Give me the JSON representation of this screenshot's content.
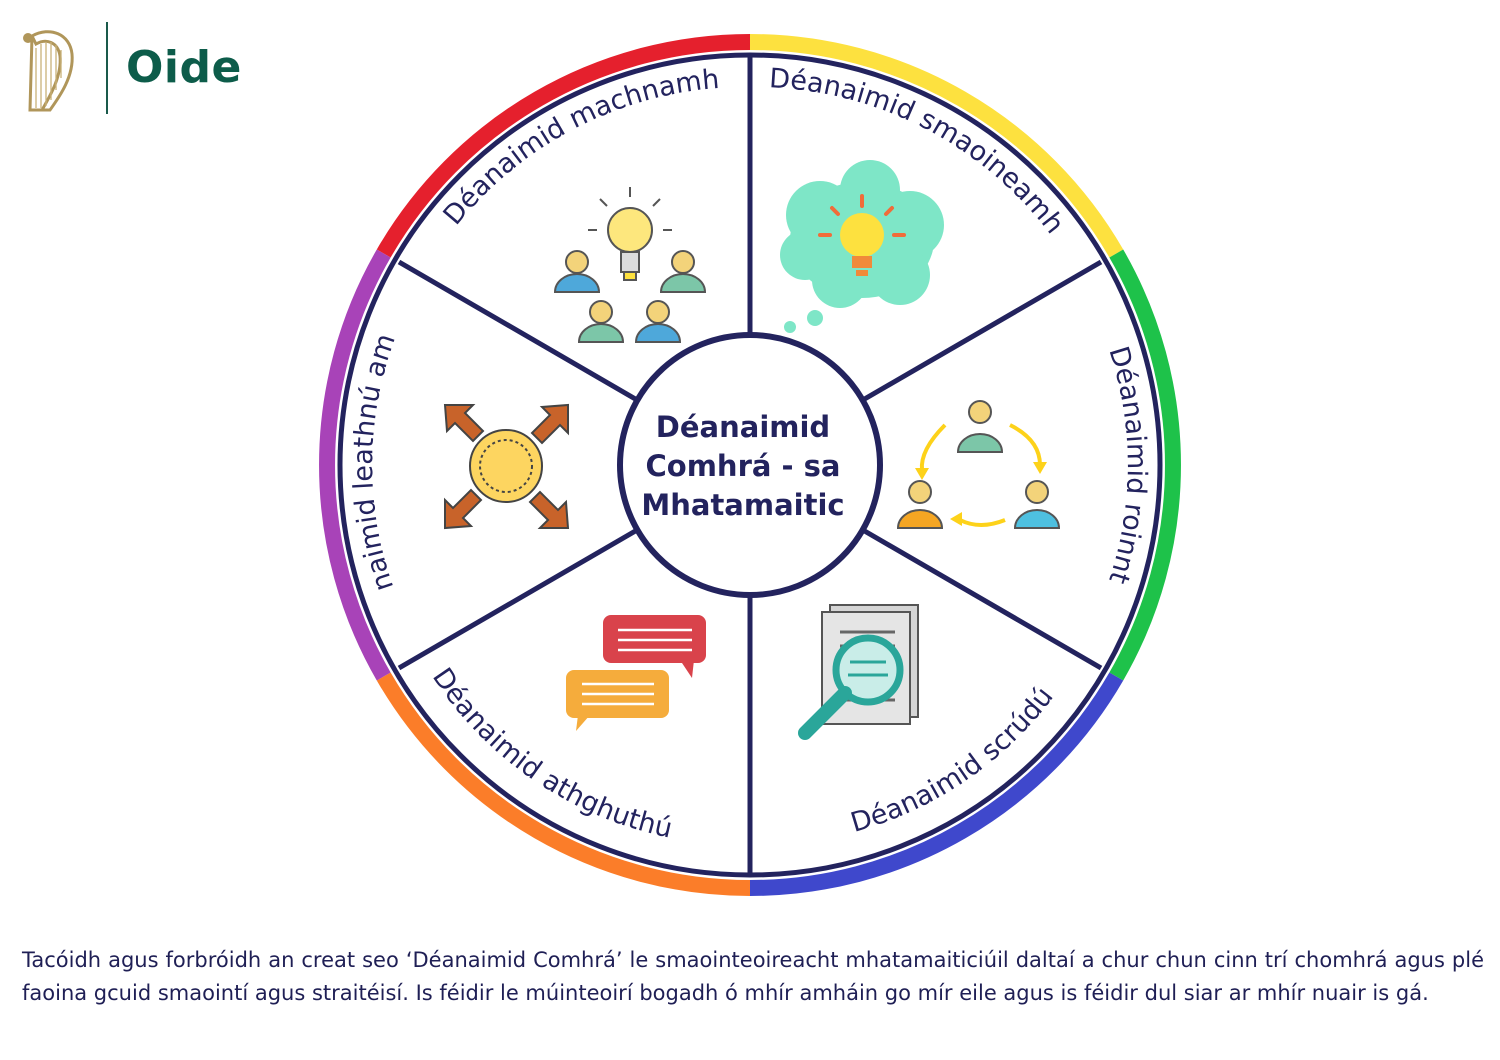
{
  "brand": {
    "name": "Oide"
  },
  "wheel": {
    "center_lines": [
      "Déanaimid",
      "Comhrá - sa",
      "Mhatamaitic"
    ],
    "ring_colors": [
      "#e5202d",
      "#fde13f",
      "#1ec24a",
      "#3f48cc",
      "#fb7d29",
      "#a843b8"
    ],
    "segments": [
      {
        "label": "Déanaimid machnamh",
        "icon": "people-lightbulb-icon"
      },
      {
        "label": "Déanaimid smaoineamh",
        "icon": "thought-cloud-lightbulb-icon"
      },
      {
        "label": "Déanaimid roinnt",
        "icon": "sharing-cycle-icon"
      },
      {
        "label": "Déanaimid scrúdú",
        "icon": "document-magnifier-icon"
      },
      {
        "label": "Déanaimid athghuthú",
        "icon": "chat-bubbles-icon"
      },
      {
        "label": "Déanaimid leathnú amach",
        "icon": "expand-arrows-icon"
      }
    ]
  },
  "caption": "Tacóidh agus forbróidh an creat seo ‘Déanaimid Comhrá’ le smaointeoireacht mhatamaiticiúil daltaí a chur chun cinn trí chomhrá agus plé faoina gcuid smaointí agus straitéisí. Is féidir le múinteoirí bogadh ó mhír amháin go mír eile agus is féidir dul siar ar mhír nuair is gá."
}
